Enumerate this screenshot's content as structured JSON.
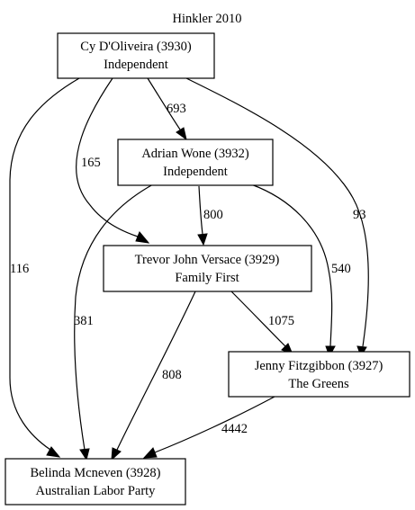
{
  "title": "Hinkler 2010",
  "nodes": [
    {
      "id": "n3930",
      "line1": "Cy D'Oliveira (3930)",
      "line2": "Independent"
    },
    {
      "id": "n3932",
      "line1": "Adrian Wone (3932)",
      "line2": "Independent"
    },
    {
      "id": "n3929",
      "line1": "Trevor John Versace (3929)",
      "line2": "Family First"
    },
    {
      "id": "n3927",
      "line1": "Jenny Fitzgibbon (3927)",
      "line2": "The Greens"
    },
    {
      "id": "n3928",
      "line1": "Belinda Mcneven (3928)",
      "line2": "Australian Labor Party"
    }
  ],
  "edges": [
    {
      "id": "e1",
      "from": "n3930",
      "to": "n3932",
      "label": "693"
    },
    {
      "id": "e2",
      "from": "n3930",
      "to": "n3929",
      "label": "165"
    },
    {
      "id": "e3",
      "from": "n3930",
      "to": "n3927",
      "label": "93"
    },
    {
      "id": "e4",
      "from": "n3930",
      "to": "n3928",
      "label": "116"
    },
    {
      "id": "e5",
      "from": "n3932",
      "to": "n3929",
      "label": "800"
    },
    {
      "id": "e6",
      "from": "n3932",
      "to": "n3927",
      "label": "540"
    },
    {
      "id": "e7",
      "from": "n3932",
      "to": "n3928",
      "label": "381"
    },
    {
      "id": "e8",
      "from": "n3929",
      "to": "n3927",
      "label": "1075"
    },
    {
      "id": "e9",
      "from": "n3929",
      "to": "n3928",
      "label": "808"
    },
    {
      "id": "e10",
      "from": "n3927",
      "to": "n3928",
      "label": "4442"
    }
  ]
}
